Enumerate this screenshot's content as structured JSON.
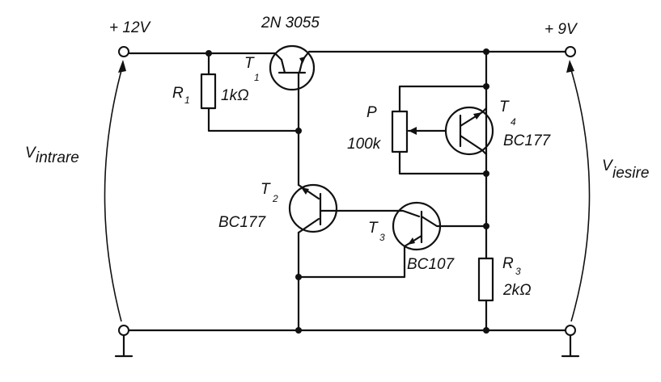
{
  "supply_in": {
    "label": "+ 12V"
  },
  "supply_out": {
    "label": "+ 9V"
  },
  "v_in": {
    "main": "V",
    "sub": "intrare"
  },
  "v_out": {
    "main": "V",
    "sub": "iesire"
  },
  "t1": {
    "part": "2N 3055",
    "name": "T",
    "index": "1"
  },
  "t2": {
    "name": "T",
    "index": "2",
    "part": "BC177"
  },
  "t3": {
    "name": "T",
    "index": "3",
    "part": "BC107"
  },
  "t4": {
    "name": "T",
    "index": "4",
    "part": "BC177"
  },
  "r1": {
    "name": "R",
    "index": "1",
    "value": "1kΩ"
  },
  "r3": {
    "name": "R",
    "index": "3",
    "value": "2kΩ"
  },
  "p": {
    "name": "P",
    "value": "100k"
  }
}
